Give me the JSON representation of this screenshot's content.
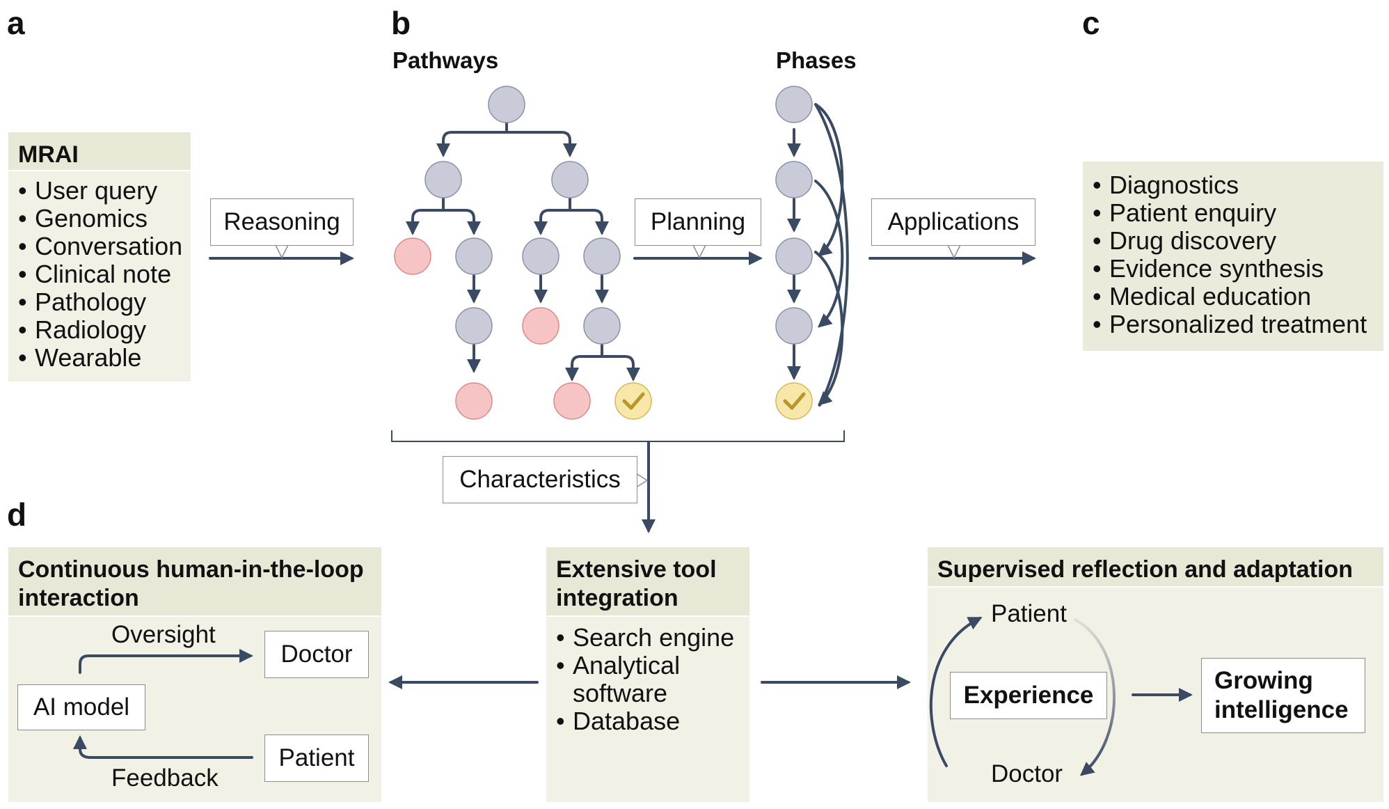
{
  "letters": {
    "a": "a",
    "b": "b",
    "c": "c",
    "d": "d"
  },
  "panel_a": {
    "title": "MRAI",
    "items": [
      "User query",
      "Genomics",
      "Conversation",
      "Clinical note",
      "Pathology",
      "Radiology",
      "Wearable"
    ]
  },
  "panel_b": {
    "pathways_label": "Pathways",
    "phases_label": "Phases",
    "reasoning_label": "Reasoning",
    "planning_label": "Planning",
    "applications_label": "Applications",
    "characteristics_label": "Characteristics"
  },
  "panel_c": {
    "items": [
      "Diagnostics",
      "Patient enquiry",
      "Drug discovery",
      "Evidence synthesis",
      "Medical education",
      "Personalized treatment"
    ]
  },
  "panel_d": {
    "hitl": {
      "title": "Continuous human-in-the-loop interaction",
      "oversight": "Oversight",
      "doctor": "Doctor",
      "ai_model": "AI model",
      "patient": "Patient",
      "feedback": "Feedback"
    },
    "tools": {
      "title": "Extensive tool integration",
      "items": [
        "Search engine",
        "Analytical software",
        "Database"
      ]
    },
    "reflection": {
      "title": "Supervised reflection and adaptation",
      "patient": "Patient",
      "experience": "Experience",
      "doctor": "Doctor",
      "growing": "Growing intelligence"
    }
  },
  "colors": {
    "arrow": "#3a4a63",
    "node_gray": "#c9ccd8",
    "node_red": "#f6c4c4",
    "node_yellow": "#f7e7a9",
    "check": "#b8962a",
    "panel_head": "#e8e8d6",
    "panel_body": "#f1f1e6"
  }
}
